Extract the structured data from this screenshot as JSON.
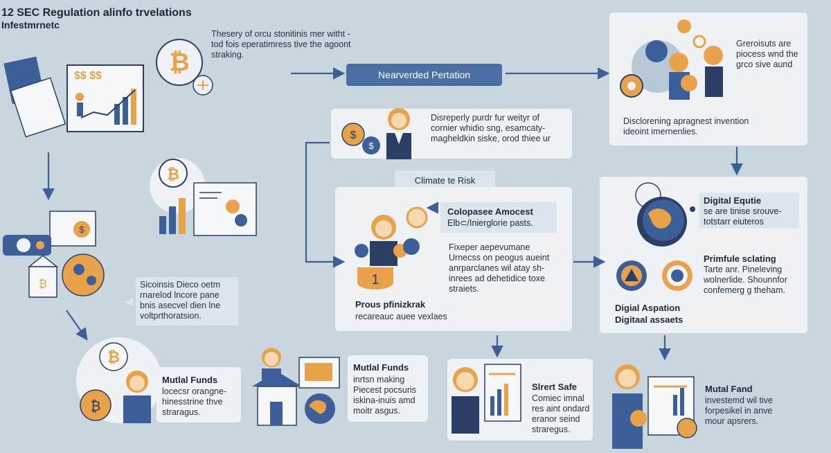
{
  "header": {
    "title_line1": "12 SEC Regulation alinfo trvelations",
    "title_line2": "Infestmrnetc"
  },
  "top_note": [
    "Thesery of orcu stonitinis mer witht -",
    "tod fois eperatimress tive the agoont",
    "straking."
  ],
  "banner_center": {
    "label": "Nearverded Pertation"
  },
  "top_right": {
    "note": [
      "Greroisuts are",
      "piocess wnd the",
      "grco sive aund"
    ],
    "caption": [
      "Disclorening apragnest invention",
      "ideoint imernenlies."
    ]
  },
  "mid_top_card": {
    "text": [
      "Disreperly purdr fur weityr of",
      "cornier whidio sng, esamcaty-",
      "magheldkin siske, orod thiee ur"
    ]
  },
  "climate_label": "Climate te Risk",
  "center_card": {
    "title": [
      "Colopasee Amocest",
      "Elb⊂/Inierglorie pasts."
    ],
    "body": [
      "Fixeper aepevumane",
      "Urnecss on peogus aueint",
      "anrparclanes wil atay sh-",
      "inrees ad dehetidice toxe",
      "straiets."
    ],
    "footer_title": "Prous pfinizkrak",
    "footer_sub": "recareauc auee vexlaes"
  },
  "right_card": {
    "digital_title": "Digital Equtie",
    "digital_sub": "se are tinise srouve-",
    "digital_sub2": "totstarr eiuteros",
    "profile_title": "Primfule sclating",
    "profile_body": [
      "Tarte anr. Pineleving",
      "wolnerlide. Shounnfor",
      "confemerg g theham."
    ],
    "asset_title": "Digial Aspation",
    "asset_sub": "Digitaal assaets"
  },
  "left_note": [
    "Sicoinsis Dieco oetm",
    "rnarelod lncore pane",
    "bnis asecvel dien lne",
    "voltprthoratsion."
  ],
  "bottom": [
    {
      "title": "Mutlal Funds",
      "lines": [
        "locecsr orangne-",
        "hinesstrine thve",
        "straragus."
      ]
    },
    {
      "title": "Mutlal Funds",
      "lines": [
        "inrtsn making",
        "Piecest pocsuris",
        "iskina-inuis amd",
        "moitr asgus."
      ]
    },
    {
      "title": "Slrert Safe",
      "lines": [
        "Comiec imnal",
        "res aint ondard",
        "eranor seind",
        "straregus."
      ]
    },
    {
      "title": "Mutal Fand",
      "lines": [
        "investemd wil tive",
        "forpesikel in anve",
        "mour apsrers."
      ]
    }
  ],
  "colors": {
    "background": "#c9d6de",
    "card": "#eef2f5",
    "accent_blue": "#4a6fa5",
    "accent_orange": "#e8a34a",
    "navy": "#2b3f66"
  }
}
